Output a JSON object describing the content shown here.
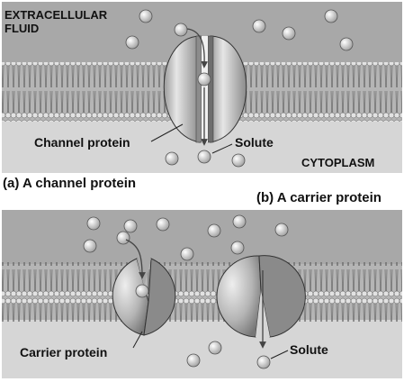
{
  "panel_a": {
    "caption": "(a) A channel protein",
    "top_region_label": "EXTRACELLULAR FLUID",
    "top_region_line1": "EXTRACELLULAR",
    "top_region_line2": "FLUID",
    "bottom_region_label": "CYTOPLASM",
    "protein_label": "Channel protein",
    "solute_label": "Solute"
  },
  "panel_b": {
    "caption": "(b) A carrier protein",
    "protein_label": "Carrier protein",
    "solute_label": "Solute"
  },
  "colors": {
    "background": "#ffffff",
    "extracellular_fill": "#a8a8a8",
    "cytoplasm_fill": "#d6d6d6",
    "membrane_band": "#b5b5b5",
    "lipid_head": "#e2e2e2",
    "protein_fill": "#c8c8c8",
    "protein_shadow": "#6e6e6e",
    "solute_fill": "#e8e8e8",
    "arrow": "#444444",
    "text": "#111111"
  }
}
